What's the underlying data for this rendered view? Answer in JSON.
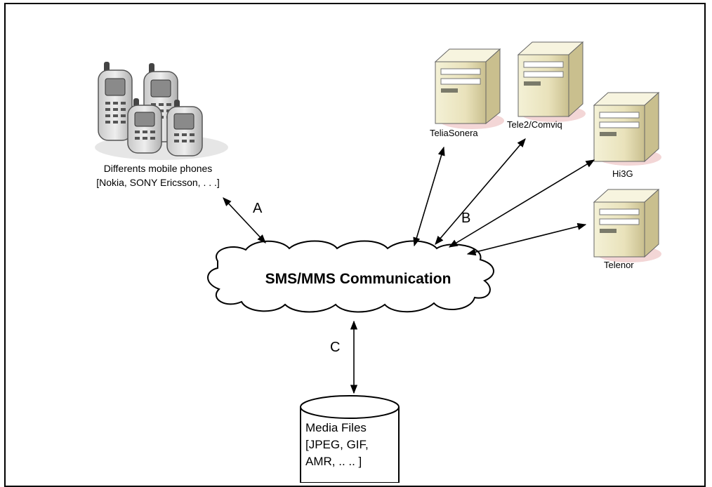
{
  "phones": {
    "line1": "Differents mobile phones",
    "line2": "[Nokia, SONY Ericsson, . . .]"
  },
  "servers": [
    {
      "name": "TeliaSonera"
    },
    {
      "name": "Tele2/Comviq"
    },
    {
      "name": "Hi3G"
    },
    {
      "name": "Telenor"
    }
  ],
  "hub": {
    "label": "SMS/MMS Communication"
  },
  "edges": {
    "a": "A",
    "b": "B",
    "c": "C"
  },
  "media": {
    "line1": "Media Files",
    "line2": "[JPEG, GIF,",
    "line3": "AMR, .. ..  ]"
  }
}
